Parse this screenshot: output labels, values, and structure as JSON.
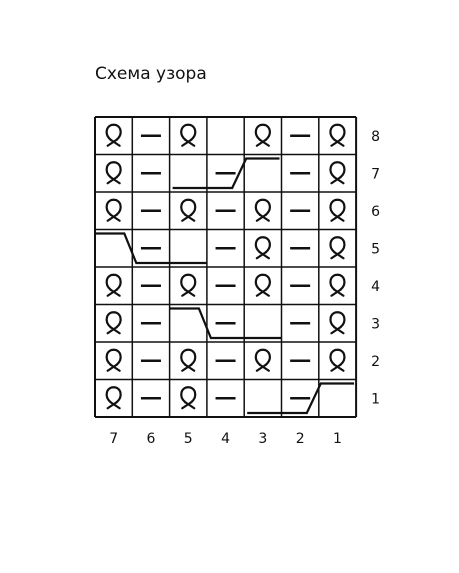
{
  "title": "Схема узора",
  "row_labels": [
    "8",
    "7",
    "6",
    "5",
    "4",
    "3",
    "2",
    "1"
  ],
  "col_labels": [
    "7",
    "6",
    "5",
    "4",
    "3",
    "2",
    "1"
  ],
  "legend_symbols": {
    "Q": "twisted-knit-stitch-icon",
    "-": "purl-stitch-icon",
    "": "empty-cell"
  },
  "grid": [
    [
      "Q",
      "-",
      "Q",
      "",
      "Q",
      "-",
      "Q"
    ],
    [
      "Q",
      "-",
      "",
      "-",
      "",
      "-",
      "Q"
    ],
    [
      "Q",
      "-",
      "Q",
      "-",
      "Q",
      "-",
      "Q"
    ],
    [
      "",
      "-",
      "",
      "-",
      "Q",
      "-",
      "Q"
    ],
    [
      "Q",
      "-",
      "Q",
      "-",
      "Q",
      "-",
      "Q"
    ],
    [
      "Q",
      "-",
      "",
      "-",
      "",
      "-",
      "Q"
    ],
    [
      "Q",
      "-",
      "Q",
      "-",
      "Q",
      "-",
      "Q"
    ],
    [
      "Q",
      "-",
      "Q",
      "-",
      "",
      "-",
      ""
    ]
  ],
  "cable_lines": [
    {
      "row": "7",
      "from_col": "5",
      "to_col": "3",
      "rises_between": [
        "4",
        "3"
      ]
    },
    {
      "row": "5",
      "from_col": "7",
      "to_col": "5",
      "falls_between": [
        "7",
        "6"
      ]
    },
    {
      "row": "3",
      "from_col": "5",
      "to_col": "3",
      "falls_between": [
        "5",
        "4"
      ]
    },
    {
      "row": "1",
      "from_col": "3",
      "to_col": "1",
      "rises_between": [
        "2",
        "1"
      ]
    }
  ],
  "colors": {
    "ink": "#111111",
    "background": "#ffffff"
  }
}
